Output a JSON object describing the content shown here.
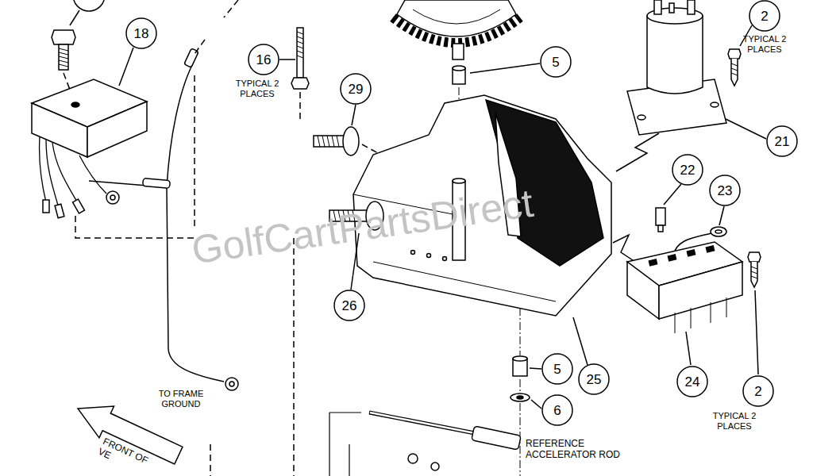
{
  "diagram": {
    "nodes": [
      {
        "text": [
          "2"
        ]
      },
      {
        "text": [
          "18"
        ]
      },
      {
        "text": [
          "16"
        ]
      },
      {
        "text": [
          "5"
        ]
      },
      {
        "text": [
          "29"
        ]
      },
      {
        "text": [
          "21"
        ]
      },
      {
        "text": [
          "22"
        ]
      },
      {
        "text": [
          "23"
        ]
      },
      {
        "text": [
          "26"
        ]
      },
      {
        "text": [
          "5"
        ]
      },
      {
        "text": [
          "25"
        ]
      },
      {
        "text": [
          "24"
        ]
      },
      {
        "text": [
          "2"
        ]
      },
      {
        "text": [
          "6"
        ]
      }
    ],
    "labels": [
      "TYPICAL 2 PLACES",
      "TYPICAL 2 PLACES",
      "GolfCartPartsDirect",
      "TO FRAME GROUND",
      "TYPICAL 2 PLACES",
      "REFERENCE ACCELERATOR ROD",
      "FRONT OF VE"
    ]
  }
}
